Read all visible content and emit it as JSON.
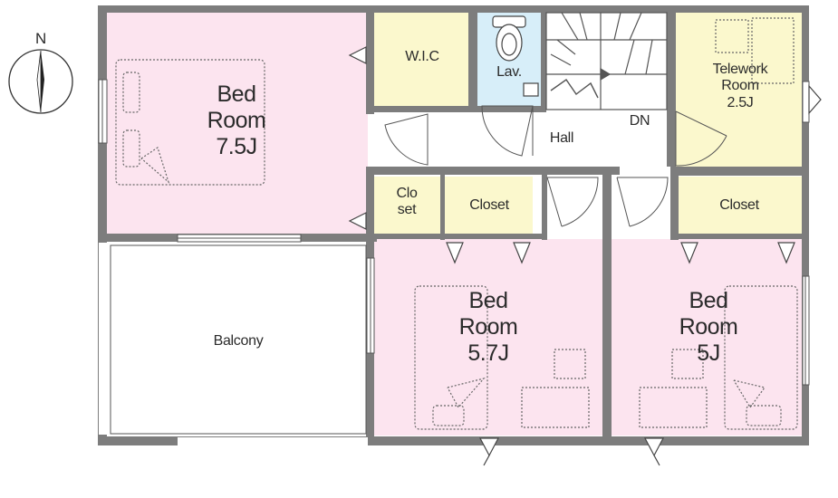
{
  "compass": {
    "north_label": "N"
  },
  "colors": {
    "wall": "#7d7d7d",
    "bedroom": "#fce4ef",
    "storage": "#fbf8cd",
    "lavatory": "#d7eef9",
    "white": "#ffffff",
    "line": "#555555"
  },
  "rooms": {
    "master": {
      "line1": "Bed",
      "line2": "Room",
      "line3": "7.5J"
    },
    "wic": {
      "label": "W.I.C"
    },
    "lav": {
      "label": "Lav."
    },
    "telework": {
      "line1": "Telework",
      "line2": "Room",
      "line3": "2.5J"
    },
    "hall": {
      "label": "Hall"
    },
    "stairs": {
      "label": "DN"
    },
    "closet_small": {
      "line1": "Clo",
      "line2": "set"
    },
    "closet_a": {
      "label": "Closet"
    },
    "closet_b": {
      "label": "Closet"
    },
    "bed2": {
      "line1": "Bed",
      "line2": "Room",
      "line3": "5.7J"
    },
    "bed3": {
      "line1": "Bed",
      "line2": "Room",
      "line3": "5J"
    },
    "balcony": {
      "label": "Balcony"
    }
  }
}
